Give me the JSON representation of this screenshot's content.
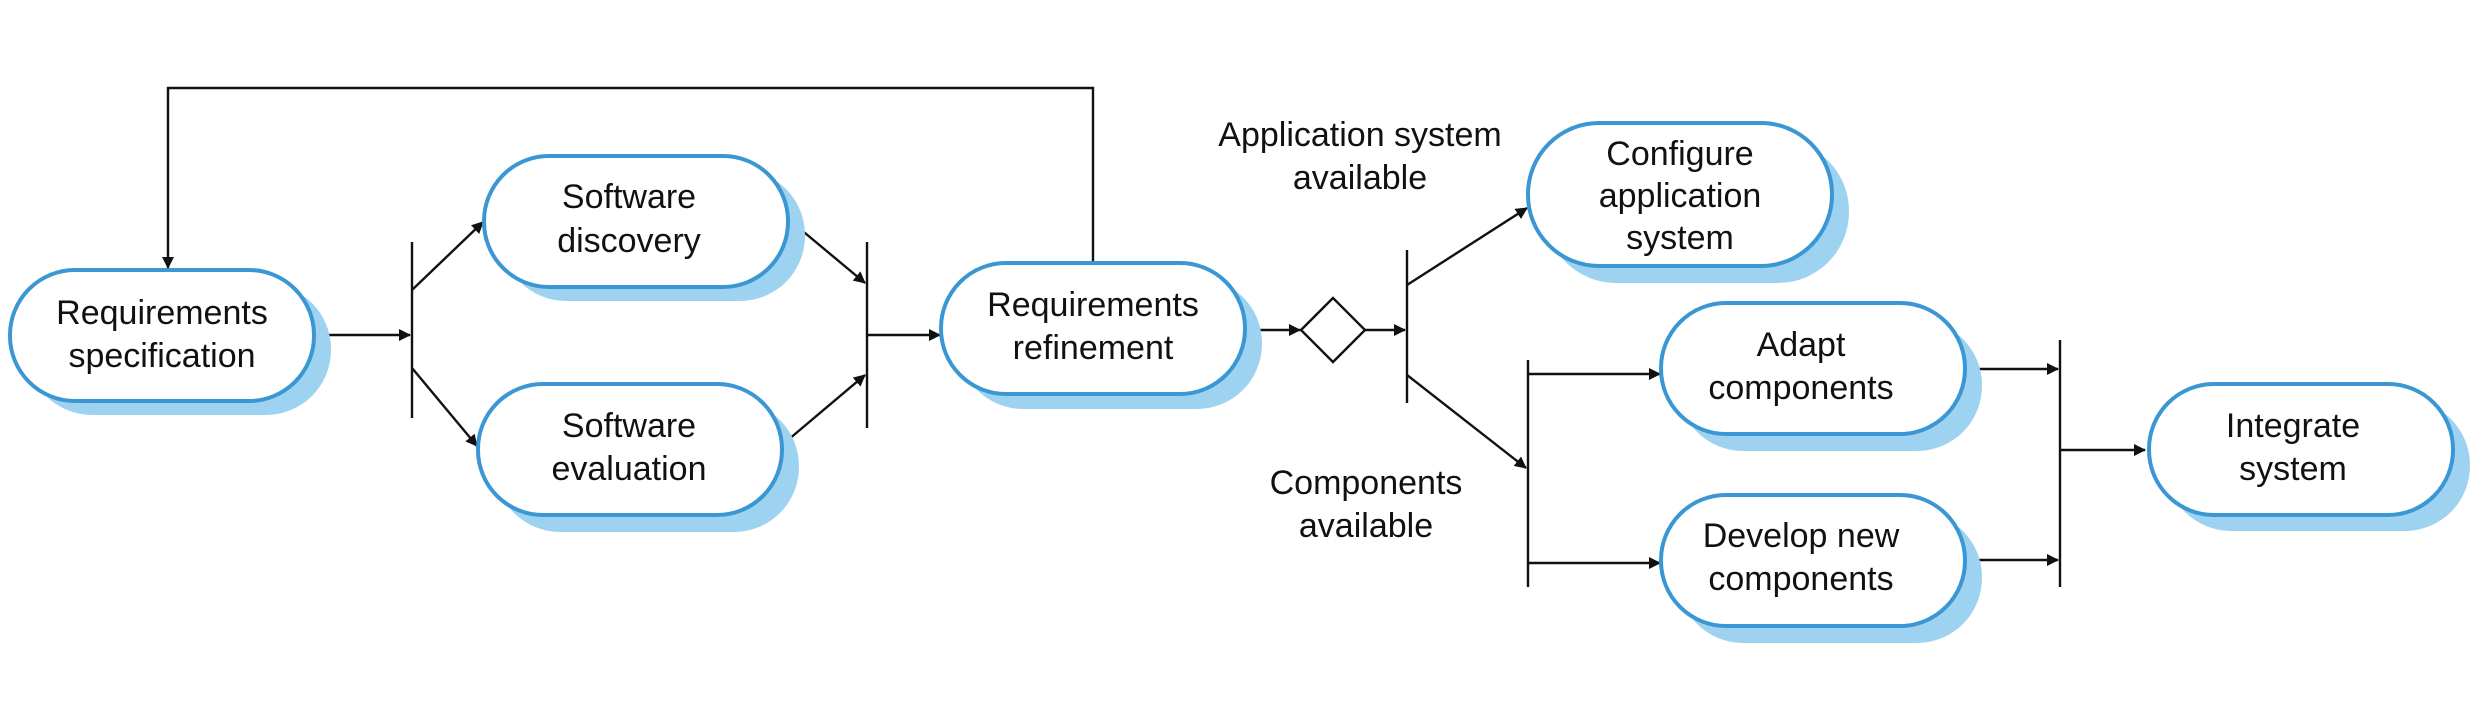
{
  "colors": {
    "node_border": "#3a97d4",
    "node_shadow": "#9dd3f0",
    "node_fill": "#ffffff",
    "line": "#111111"
  },
  "nodes": {
    "requirements_specification": [
      "Requirements",
      "specification"
    ],
    "software_discovery": [
      "Software",
      "discovery"
    ],
    "software_evaluation": [
      "Software",
      "evaluation"
    ],
    "requirements_refinement": [
      "Requirements",
      "refinement"
    ],
    "configure_application_system": [
      "Configure",
      "application",
      "system"
    ],
    "adapt_components": [
      "Adapt",
      "components"
    ],
    "develop_new_components": [
      "Develop new",
      "components"
    ],
    "integrate_system": [
      "Integrate",
      "system"
    ]
  },
  "conditions": {
    "application_system_available": [
      "Application system",
      "available"
    ],
    "components_available": [
      "Components",
      "available"
    ]
  }
}
